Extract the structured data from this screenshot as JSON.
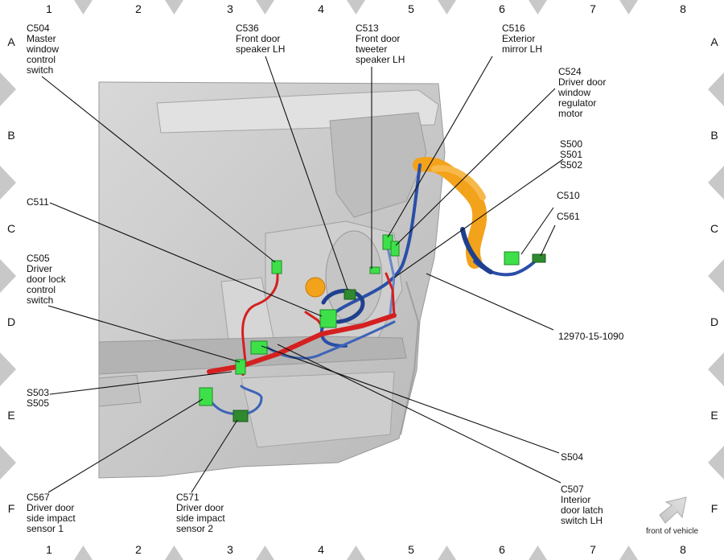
{
  "grid": {
    "columns": [
      "1",
      "2",
      "3",
      "4",
      "5",
      "6",
      "7",
      "8"
    ],
    "rows": [
      "A",
      "B",
      "C",
      "D",
      "E",
      "F"
    ]
  },
  "labels": {
    "c504": "C504\nMaster\nwindow\ncontrol\nswitch",
    "c536": "C536\nFront door\nspeaker LH",
    "c513": "C513\nFront door\ntweeter\nspeaker LH",
    "c516": "C516\nExterior\nmirror LH",
    "c524": "C524\nDriver door\nwindow\nregulator\nmotor",
    "s500": "S500\nS501\nS502",
    "c510": "C510",
    "c561": "C561",
    "c511": "C511",
    "c505": "C505\nDriver\ndoor lock\ncontrol\nswitch",
    "ref": "12970-15-1090",
    "s503": "S503\nS505",
    "s504": "S504",
    "c567": "C567\nDriver door\nside impact\nsensor 1",
    "c571": "C571\nDriver door\nside impact\nsensor 2",
    "c507": "C507\nInterior\ndoor latch\nswitch LH"
  },
  "front_of_vehicle": "front of vehicle",
  "colors": {
    "panel": "#c9c9c9",
    "harness_red": "#d42020",
    "harness_blue": "#2a4fa8",
    "harness_orange": "#f3a21b",
    "connector_green": "#3ee04a",
    "connector_dark": "#2f8a2f"
  }
}
